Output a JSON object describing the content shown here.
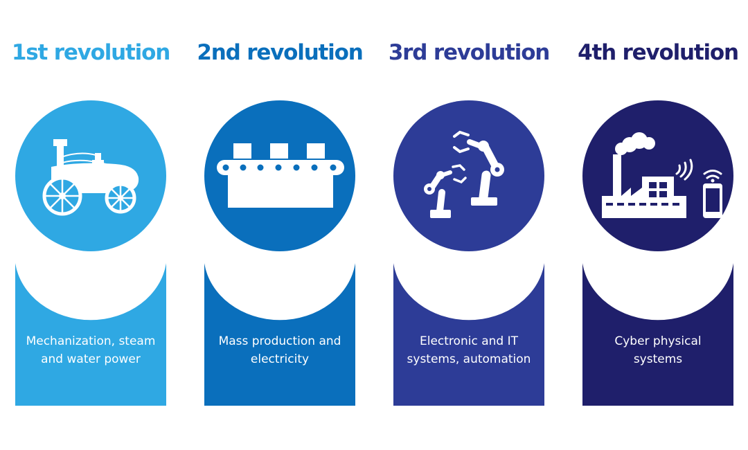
{
  "colors": {
    "rev1": "#2fa8e3",
    "rev2": "#0a6fbc",
    "rev3": "#2d3c97",
    "rev4": "#1f1f6b",
    "icon": "#ffffff"
  },
  "revolutions": [
    {
      "title": "1st revolution",
      "icon": "steam-engine-icon",
      "line1": "Mechanization, steam",
      "line2": "and water power"
    },
    {
      "title": "2nd revolution",
      "icon": "conveyor-belt-icon",
      "line1": "Mass production and",
      "line2": "electricity"
    },
    {
      "title": "3rd revolution",
      "icon": "robotic-arms-icon",
      "line1": "Electronic and IT",
      "line2": "systems, automation"
    },
    {
      "title": "4th revolution",
      "icon": "smart-factory-icon",
      "line1": "Cyber physical",
      "line2": "systems"
    }
  ]
}
